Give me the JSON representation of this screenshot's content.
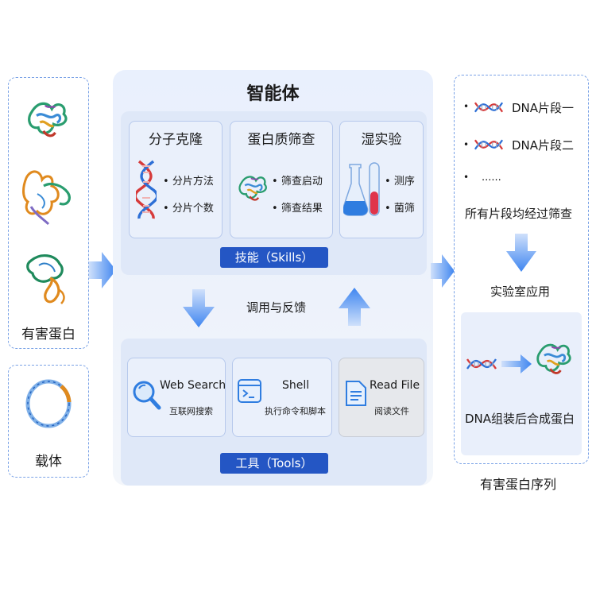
{
  "left_panel": {
    "harmful_protein_label": "有害蛋白",
    "vector_label": "载体"
  },
  "agent": {
    "title": "智能体",
    "skills": {
      "badge": "技能（Skills）",
      "cards": [
        {
          "title": "分子克隆",
          "items": [
            "分片方法",
            "分片个数"
          ],
          "icon": "dna-helix-icon"
        },
        {
          "title": "蛋白质筛查",
          "items": [
            "筛查启动",
            "筛查结果"
          ],
          "icon": "protein-structure-icon"
        },
        {
          "title": "湿实验",
          "items": [
            "测序",
            "菌筛"
          ],
          "icon": "test-tube-flask-icon"
        }
      ]
    },
    "call_feedback_label": "调用与反馈",
    "tools": {
      "badge": "工具（Tools）",
      "cards": [
        {
          "title": "Web Search",
          "subtitle": "互联网搜索",
          "icon": "magnifier-icon"
        },
        {
          "title": "Shell",
          "subtitle": "执行命令和脚本",
          "icon": "terminal-icon"
        },
        {
          "title": "Read File",
          "subtitle": "阅读文件",
          "icon": "document-icon"
        }
      ]
    }
  },
  "right_panel": {
    "fragments": [
      "DNA片段一",
      "DNA片段二",
      "......"
    ],
    "screened_text": "所有片段均经过筛查",
    "lab_text": "实验室应用",
    "assembly_text": "DNA组装后合成蛋白",
    "caption": "有害蛋白序列"
  },
  "colors": {
    "accent": "#2456c4",
    "arrow": "#3f86f0",
    "dashed_border": "#7aa2e6"
  }
}
